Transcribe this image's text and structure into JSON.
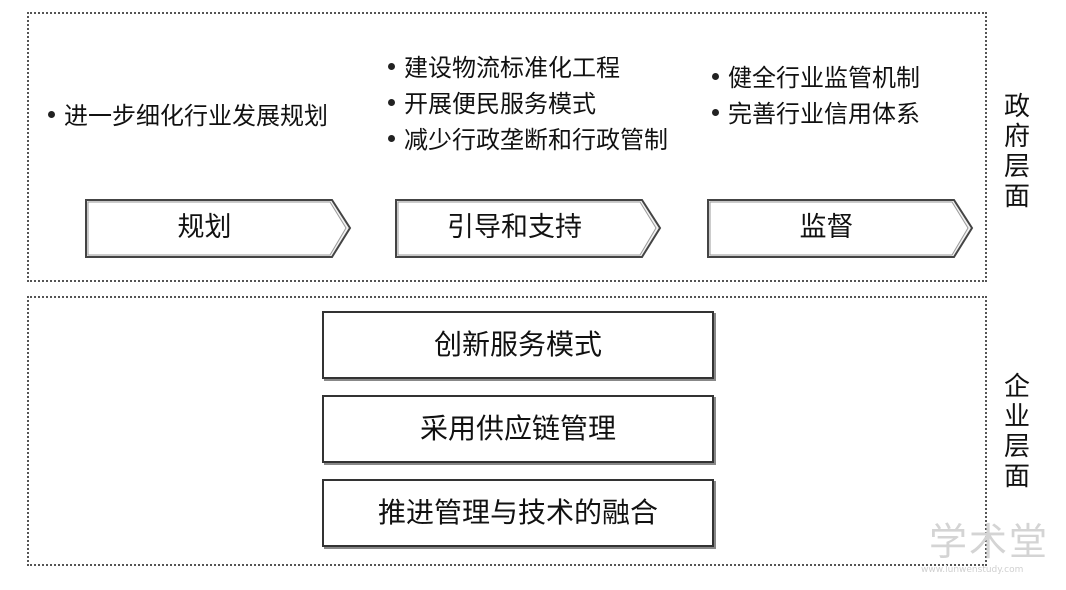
{
  "government": {
    "side_label": "政府层面",
    "plan_bullets": [
      "进一步细化行业发展规划"
    ],
    "guide_bullets": [
      "建设物流标准化工程",
      "开展便民服务模式",
      "减少行政垄断和行政管制"
    ],
    "supervise_bullets": [
      "健全行业监管机制",
      "完善行业信用体系"
    ],
    "arrows": [
      "规划",
      "引导和支持",
      "监督"
    ]
  },
  "enterprise": {
    "side_label": "企业层面",
    "boxes": [
      "创新服务模式",
      "采用供应链管理",
      "推进管理与技术的融合"
    ]
  },
  "watermark": {
    "text": "学术堂",
    "url": "www.lunwenstudy.com"
  }
}
